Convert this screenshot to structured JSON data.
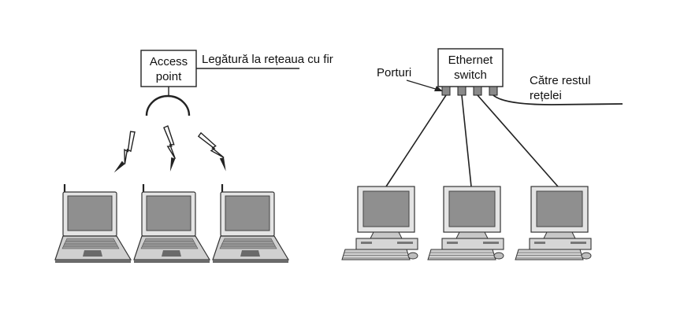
{
  "wireless": {
    "access_point": {
      "line1": "Access",
      "line2": "point"
    },
    "wired_link_label": "Legătură la rețeaua cu fir",
    "laptops": [
      "laptop",
      "laptop",
      "laptop"
    ]
  },
  "wired": {
    "switch": {
      "line1": "Ethernet",
      "line2": "switch"
    },
    "ports_label": "Porturi",
    "rest_label": {
      "line1": "Către restul",
      "line2": "rețelei"
    },
    "desktops": [
      "desktop",
      "desktop",
      "desktop"
    ]
  },
  "colors": {
    "screen": "#8f8f8f",
    "body_light": "#e6e6e6",
    "body_mid": "#c4c4c4",
    "body_dark": "#5c5c5c",
    "line": "#222222"
  }
}
